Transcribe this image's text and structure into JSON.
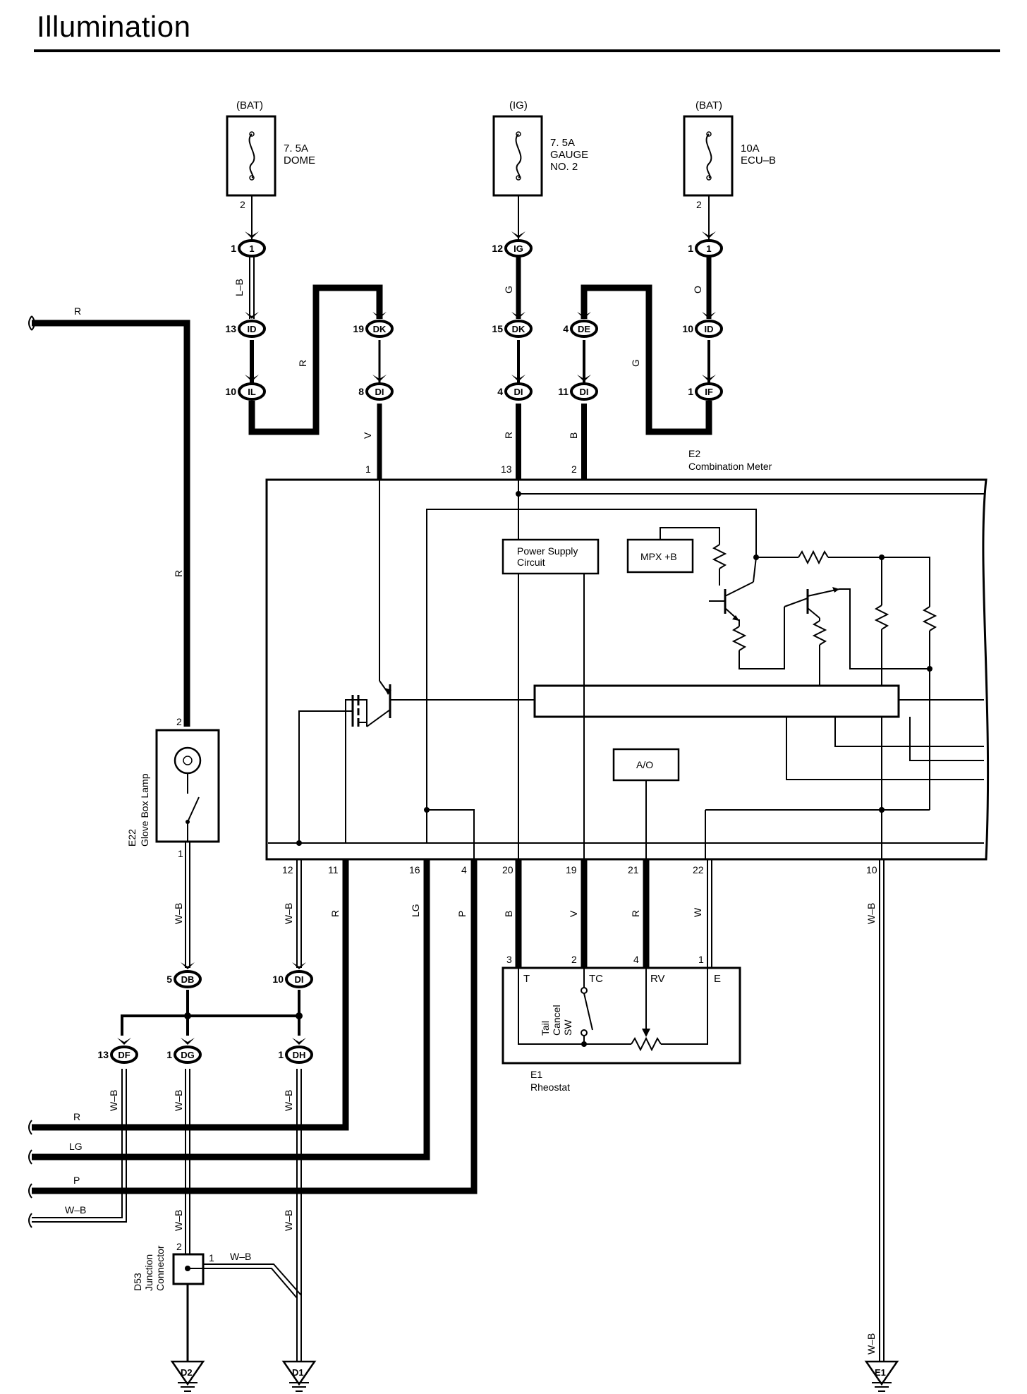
{
  "title": "Illumination",
  "fuses": [
    {
      "source": "(BAT)",
      "rating": "7. 5A",
      "name": "DOME",
      "pin": "2"
    },
    {
      "source": "(IG)",
      "rating": "7. 5A",
      "name_line1": "GAUGE",
      "name_line2": "NO. 2"
    },
    {
      "source": "(BAT)",
      "rating": "10A",
      "name": "ECU–B",
      "pin": "2"
    }
  ],
  "connectors_top": [
    {
      "pin": "1",
      "tag": "1"
    },
    {
      "pin": "12",
      "tag": "IG"
    },
    {
      "pin": "1",
      "tag": "1"
    },
    {
      "pin": "13",
      "tag": "ID"
    },
    {
      "pin": "19",
      "tag": "DK"
    },
    {
      "pin": "15",
      "tag": "DK"
    },
    {
      "pin": "4",
      "tag": "DE"
    },
    {
      "pin": "10",
      "tag": "ID"
    },
    {
      "pin": "10",
      "tag": "IL"
    },
    {
      "pin": "8",
      "tag": "DI"
    },
    {
      "pin": "4",
      "tag": "DI"
    },
    {
      "pin": "11",
      "tag": "DI"
    },
    {
      "pin": "1",
      "tag": "IF"
    }
  ],
  "wire_colors_top": {
    "lb": "L–B",
    "r_left": "R",
    "r_mid": "R",
    "g1": "G",
    "g2": "G",
    "o": "O",
    "v": "V",
    "r2": "R",
    "b": "B"
  },
  "meter": {
    "code": "E2",
    "name": "Combination Meter",
    "top_pins": [
      "1",
      "13",
      "2"
    ],
    "power_supply_line1": "Power Supply",
    "power_supply_line2": "Circuit",
    "mpx": "MPX +B",
    "ao": "A/O",
    "bottom_pins": [
      "12",
      "11",
      "16",
      "4",
      "20",
      "19",
      "21",
      "22",
      "10"
    ]
  },
  "wire_colors_bottom": {
    "wb1": "W–B",
    "wb2": "W–B",
    "r": "R",
    "lg": "LG",
    "p": "P",
    "b": "B",
    "v": "V",
    "r2": "R",
    "w": "W",
    "wb3": "W–B"
  },
  "glove_box": {
    "code": "E22",
    "name": "Glove Box Lamp",
    "pin_top": "2",
    "pin_bottom": "1"
  },
  "wire_r_left": "R",
  "connectors_bottom": [
    {
      "pin": "5",
      "tag": "DB"
    },
    {
      "pin": "10",
      "tag": "DI"
    },
    {
      "pin": "13",
      "tag": "DF"
    },
    {
      "pin": "1",
      "tag": "DG"
    },
    {
      "pin": "1",
      "tag": "DH"
    }
  ],
  "bus_wires": [
    "R",
    "LG",
    "P",
    "W–B"
  ],
  "wire_colors_lower": {
    "wb_df": "W–B",
    "wb_dg": "W–B",
    "wb_dh": "W–B",
    "wb_dg2": "W–B",
    "wb_dh2": "W–B",
    "wb_jc": "W–B"
  },
  "rheostat": {
    "code": "E1",
    "name": "Rheostat",
    "pins": [
      "3",
      "2",
      "4",
      "1"
    ],
    "terminals": [
      "T",
      "TC",
      "RV",
      "E"
    ],
    "switch_line1": "Tail",
    "switch_line2": "Cancel",
    "switch_line3": "SW"
  },
  "junction": {
    "code": "D53",
    "name_line1": "Junction",
    "name_line2": "Connector",
    "pin_left": "2",
    "pin_right": "1"
  },
  "grounds": [
    "D2",
    "D1",
    "E1"
  ],
  "wire_e1": "W–B"
}
